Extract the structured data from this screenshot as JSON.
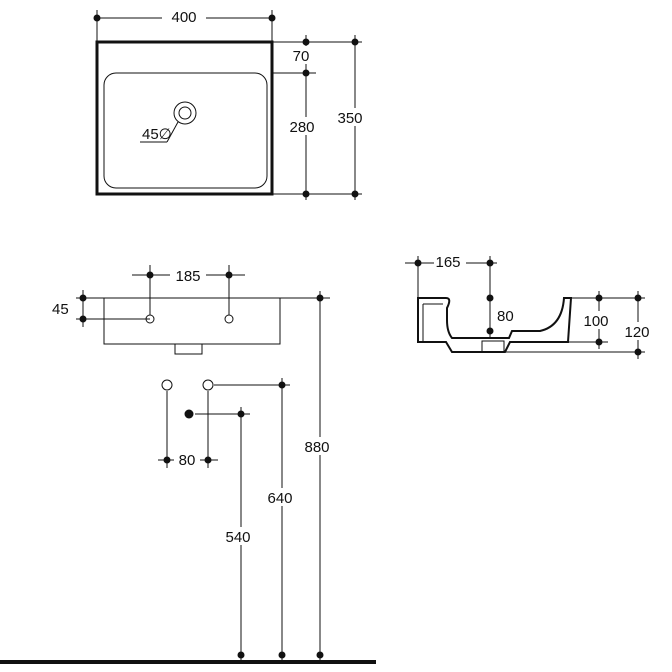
{
  "top_view": {
    "width_label": "400",
    "rim_label": "70",
    "bowl_depth_label": "280",
    "total_depth_label": "350",
    "drain_label": "45∅"
  },
  "front_view": {
    "tap_spacing_label": "185",
    "tap_offset_label": "45",
    "supply_spacing_label": "80",
    "rim_height_label": "880",
    "supply_height_label": "640",
    "waste_height_label": "540"
  },
  "side_view": {
    "tap_depth_label": "165",
    "bowl_depth_label": "80",
    "basin_height_label": "100",
    "total_height_label": "120"
  }
}
